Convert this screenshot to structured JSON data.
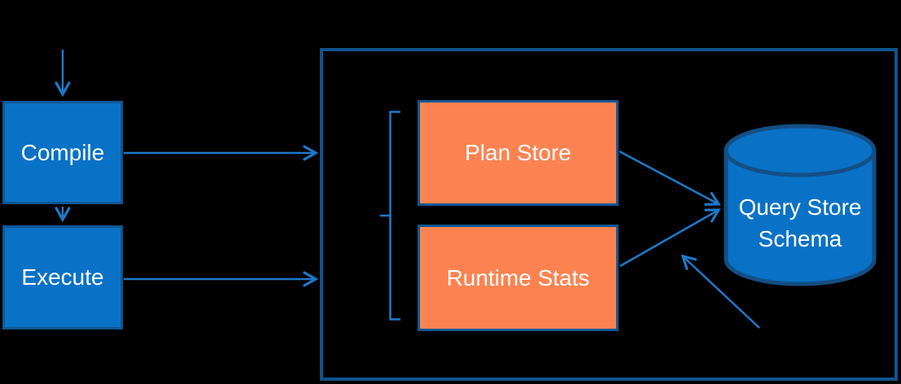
{
  "diagram": {
    "nodes": {
      "compile": {
        "label": "Compile"
      },
      "execute": {
        "label": "Execute"
      },
      "plan_store": {
        "label": "Plan Store"
      },
      "runtime_stats": {
        "label": "Runtime Stats"
      },
      "query_store_schema": {
        "line1": "Query Store",
        "line2": "Schema"
      }
    },
    "colors": {
      "background": "#000000",
      "node_fill_blue": "#0972C6",
      "node_border_blue": "#0E5794",
      "node_fill_orange": "#FC8351",
      "node_border_orange": "#0F5794",
      "container_border": "#0F538D",
      "cylinder_border": "#134F86",
      "arrow": "#1E78C8",
      "label_text": "#FFFFFF"
    }
  }
}
